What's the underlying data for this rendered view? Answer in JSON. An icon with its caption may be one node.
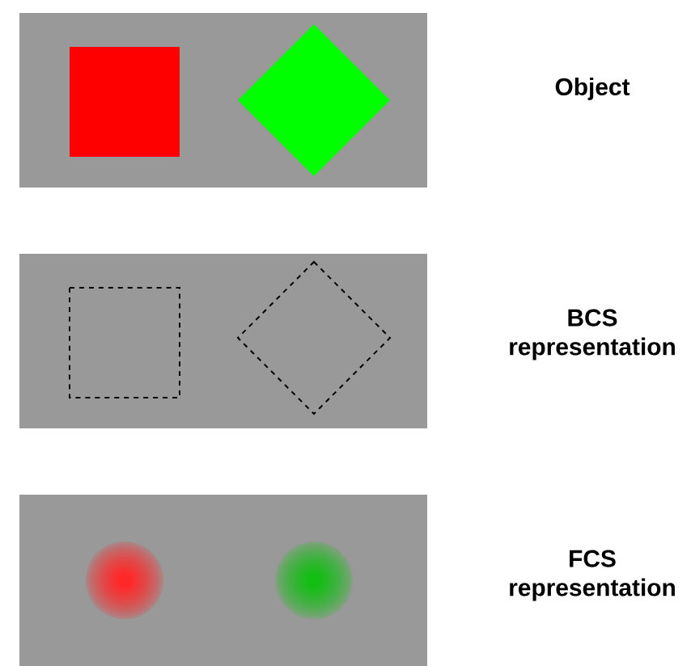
{
  "diagram": {
    "labels": [
      "Object",
      "BCS representation",
      "FCS representation"
    ]
  }
}
